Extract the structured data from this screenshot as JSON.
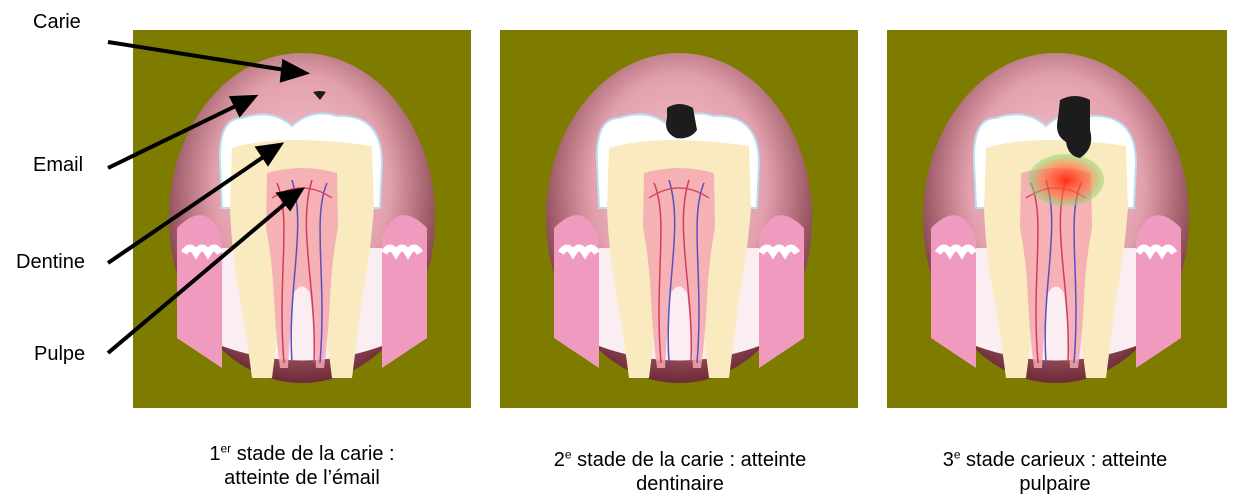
{
  "colors": {
    "panel_bg": "#7e7c00",
    "gum_outer": "#8a3a48",
    "gum_inner": "#f3c0cc",
    "enamel": "#ffffff",
    "dentine": "#f9ebbf",
    "pulp": "#f4a7b0",
    "caries": "#1c1c1c",
    "infection": "#ff3a1a"
  },
  "labels": {
    "carie": "Carie",
    "email": "Email",
    "dentine": "Dentine",
    "pulpe": "Pulpe"
  },
  "captions": [
    {
      "num": "1",
      "sup": "er",
      "line1": " stade de la carie :",
      "line2": "atteinte de l’émail"
    },
    {
      "num": "2",
      "sup": "e",
      "line1": " stade de la carie : atteinte",
      "line2": "dentinaire"
    },
    {
      "num": "3",
      "sup": "e",
      "line1": " stade carieux : atteinte",
      "line2": "pulpaire"
    }
  ]
}
